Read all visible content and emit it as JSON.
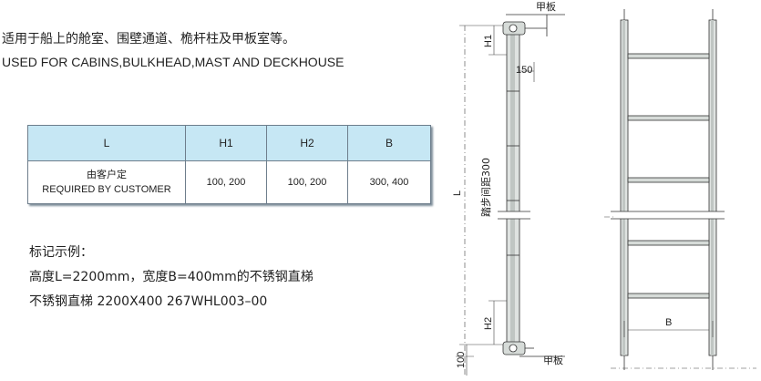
{
  "intro": {
    "cn": "适用于船上的舱室、围壁通道、桅杆柱及甲板室等。",
    "en": "USED FOR CABINS,BULKHEAD,MAST AND DECKHOUSE"
  },
  "table": {
    "headers": [
      "L",
      "H1",
      "H2",
      "B"
    ],
    "row": {
      "l_cn": "由客户定",
      "l_en": "REQUIRED BY CUSTOMER",
      "h1": "100, 200",
      "h2": "100, 200",
      "b": "300, 400"
    }
  },
  "example": {
    "title": "标记示例：",
    "line1": "高度L=2200mm，宽度B=400mm的不锈钢直梯",
    "line2": "不锈钢直梯 2200X400 267WHL003–00"
  },
  "drawing": {
    "deck_top": "甲板",
    "deck_bottom": "甲板",
    "h1": "H1",
    "h2": "H2",
    "dim_150": "150",
    "dim_L": "L",
    "step_spacing": "踏步间距300",
    "dim_100": "100",
    "dim_B": "B"
  }
}
